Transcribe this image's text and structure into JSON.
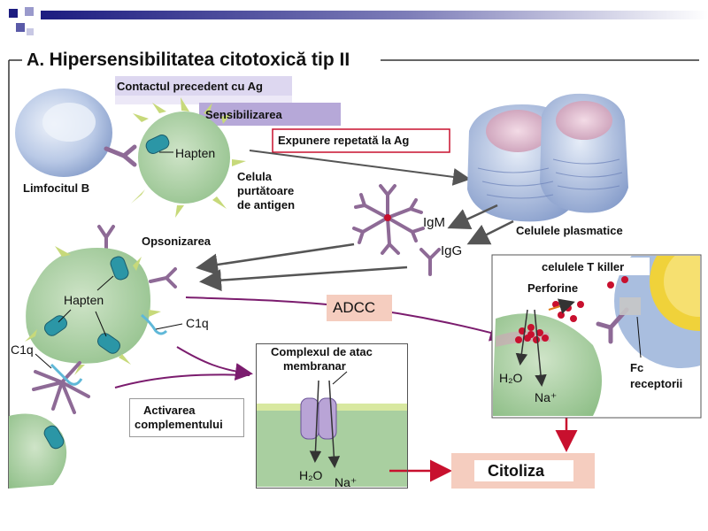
{
  "slide": {
    "colors": {
      "header_gradient_start": "#1c1c80",
      "header_gradient_end": "#ffffff",
      "cell_green": "#a9cfa0",
      "plasma_blue": "#a9bedf",
      "antibody_purple": "#8e6a96",
      "arrow_purple": "#7b1c6e",
      "arrow_red": "#c8102e",
      "adcc_box": "#f5cdbf",
      "sens_box": "#b6a8d8",
      "contact_box": "#ddd7f0"
    }
  },
  "title": {
    "prefix": "A.",
    "text": "Hipersensibilitatea citotoxică tip II"
  },
  "labels": {
    "contact": "Contactul precedent cu Ag",
    "sensitization": "Sensibilizarea",
    "reexposure": "Expunere repetată la Ag",
    "lymphocyte": "Limfocitul B",
    "hapten_top": "Hapten",
    "apc_line1": "Celula",
    "apc_line2": "purtătoare",
    "apc_line3": "de antigen",
    "igm": "IgM",
    "igg": "IgG",
    "plasma_cells": "Celulele plasmatice",
    "opsonization": "Opsonizarea",
    "hapten_main": "Hapten",
    "c1q_right": "C1q",
    "c1q_left": "C1q",
    "adcc": "ADCC",
    "t_killer": "celulele T killer",
    "perforin": "Perforine",
    "h2o_right": "H₂O",
    "na_right": "Na⁺",
    "fc_line1": "Fc",
    "fc_line2": "receptorii",
    "mac_line1": "Complexul de atac",
    "mac_line2": "membranar",
    "h2o_mid": "H₂O",
    "na_mid": "Na⁺",
    "complement_line1": "Activarea",
    "complement_line2": "complementului",
    "cytolysis": "Citoliza"
  }
}
